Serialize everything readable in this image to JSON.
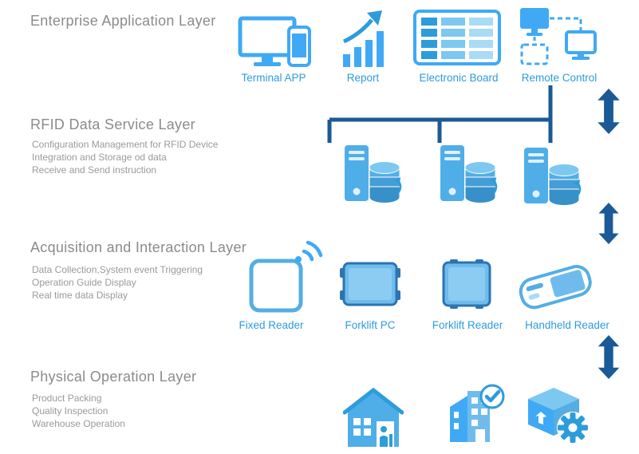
{
  "colors": {
    "primary_blue": "#3FA9F5",
    "device_border_blue": "#2C74B3",
    "connector_blue": "#1A5A96",
    "label_blue": "#2D9CDB",
    "title_gray": "#8B8B8B",
    "subtext_gray": "#9A9A9A"
  },
  "layers": [
    {
      "title": "Enterprise Application Layer",
      "subtext": [],
      "items": [
        {
          "label": "Terminal APP",
          "icon": "monitor-phone-icon"
        },
        {
          "label": "Report",
          "icon": "bar-chart-growth-icon"
        },
        {
          "label": "Electronic Board",
          "icon": "data-table-icon"
        },
        {
          "label": "Remote Control",
          "icon": "linked-monitors-icon"
        }
      ]
    },
    {
      "title": "RFID Data Service Layer",
      "subtext": [
        "Configuration Management for RFID Device",
        "Integration and Storage od data",
        "Receive and Send instruction"
      ],
      "items": [
        {
          "label": "",
          "icon": "server-database-icon"
        },
        {
          "label": "",
          "icon": "server-database-icon"
        },
        {
          "label": "",
          "icon": "server-database-icon"
        }
      ]
    },
    {
      "title": "Acquisition and Interaction Layer",
      "subtext": [
        "Data Collection,System event Triggering",
        "Operation Guide Display",
        "Real time data Display"
      ],
      "items": [
        {
          "label": "Fixed Reader",
          "icon": "rfid-antenna-icon"
        },
        {
          "label": "Forklift PC",
          "icon": "vehicle-terminal-icon"
        },
        {
          "label": "Forklift Reader",
          "icon": "vehicle-reader-icon"
        },
        {
          "label": "Handheld Reader",
          "icon": "handheld-terminal-icon"
        }
      ]
    },
    {
      "title": "Physical Operation Layer",
      "subtext": [
        "Product Packing",
        "Quality Inspection",
        "Warehouse Operation"
      ],
      "items": [
        {
          "label": "",
          "icon": "warehouse-worker-icon"
        },
        {
          "label": "",
          "icon": "inspection-building-icon"
        },
        {
          "label": "",
          "icon": "package-gear-icon"
        }
      ]
    }
  ]
}
